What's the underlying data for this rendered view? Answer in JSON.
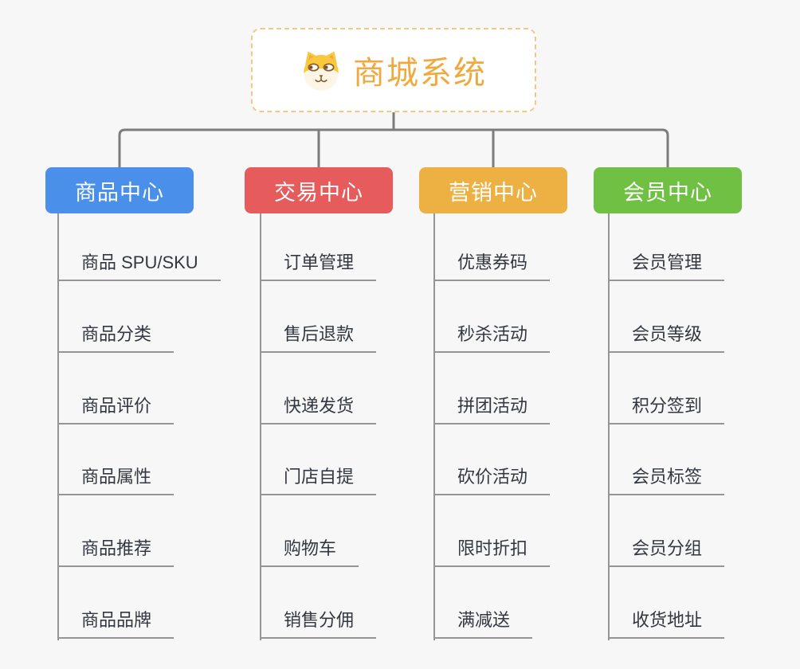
{
  "root": {
    "title": "商城系统",
    "icon": "doge-icon",
    "border_color": "#f6c87e",
    "title_color": "#f0a93f"
  },
  "branches": [
    {
      "label": "商品中心",
      "color": "#4a8fe9",
      "children": [
        "商品 SPU/SKU",
        "商品分类",
        "商品评价",
        "商品属性",
        "商品推荐",
        "商品品牌"
      ]
    },
    {
      "label": "交易中心",
      "color": "#e65c5c",
      "children": [
        "订单管理",
        "售后退款",
        "快递发货",
        "门店自提",
        "购物车",
        "销售分佣"
      ]
    },
    {
      "label": "营销中心",
      "color": "#edb042",
      "children": [
        "优惠券码",
        "秒杀活动",
        "拼团活动",
        "砍价活动",
        "限时折扣",
        "满减送"
      ]
    },
    {
      "label": "会员中心",
      "color": "#6fc043",
      "children": [
        "会员管理",
        "会员等级",
        "积分签到",
        "会员标签",
        "会员分组",
        "收货地址"
      ]
    }
  ],
  "colors": {
    "background": "#f7f7f7",
    "connector": "#7c7c7c",
    "leaf_line": "#959595",
    "leaf_text": "#333840"
  }
}
